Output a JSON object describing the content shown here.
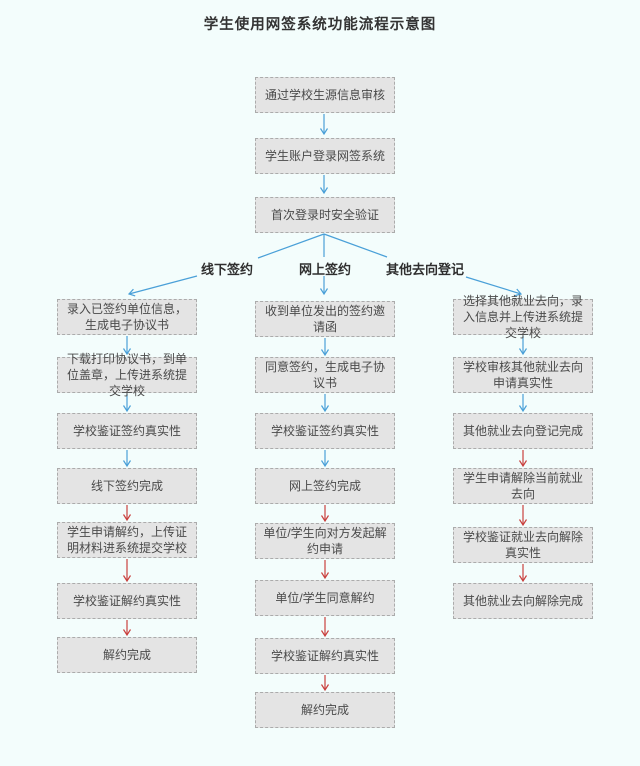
{
  "title": "学生使用网签系统功能流程示意图",
  "colors": {
    "bg": "#f3fdfc",
    "box_bg": "#e4e4e4",
    "box_border": "#ababab",
    "arrow_blue": "#4aa0d8",
    "arrow_red": "#c9403e",
    "text": "#4a4a4a",
    "title_color": "#333333"
  },
  "top_steps": [
    "通过学校生源信息审核",
    "学生账户登录网签系统",
    "首次登录时安全验证"
  ],
  "branches": [
    {
      "label": "线下签约",
      "steps": [
        "录入已签约单位信息，生成电子协议书",
        "下载打印协议书，到单位盖章，上传进系统提交学校",
        "学校鉴证签约真实性",
        "线下签约完成",
        "学生申请解约，上传证明材料进系统提交学校",
        "学校鉴证解约真实性",
        "解约完成"
      ]
    },
    {
      "label": "网上签约",
      "steps": [
        "收到单位发出的签约邀请函",
        "同意签约，生成电子协议书",
        "学校鉴证签约真实性",
        "网上签约完成",
        "单位/学生向对方发起解约申请",
        "单位/学生同意解约",
        "学校鉴证解约真实性",
        "解约完成"
      ]
    },
    {
      "label": "其他去向登记",
      "steps": [
        "选择其他就业去向，录入信息并上传进系统提交学校",
        "学校审核其他就业去向申请真实性",
        "其他就业去向登记完成",
        "学生申请解除当前就业去向",
        "学校鉴证就业去向解除真实性",
        "其他就业去向解除完成"
      ]
    }
  ]
}
